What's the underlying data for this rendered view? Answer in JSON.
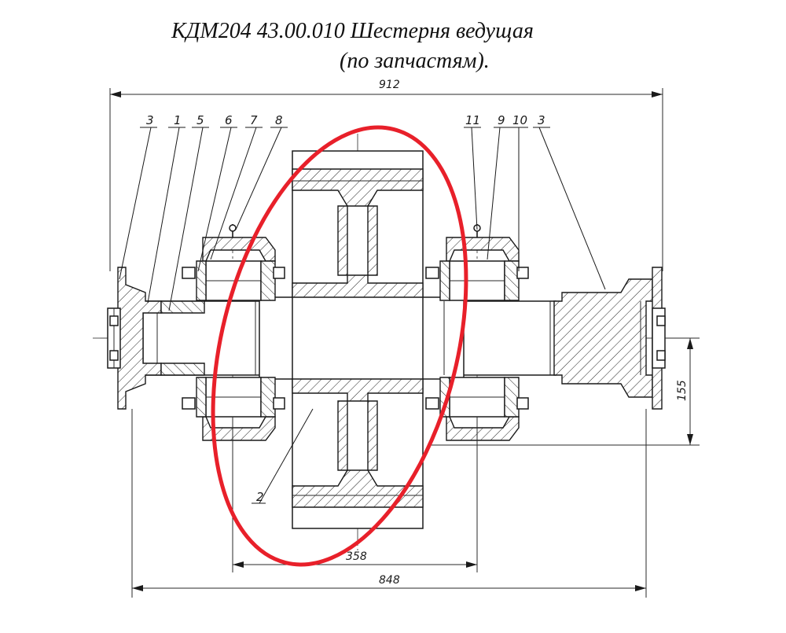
{
  "title": {
    "line1": "КДМ204 43.00.010 Шестерня ведущая",
    "line2": "(по запчастям)."
  },
  "part_labels": {
    "left": [
      "3",
      "1",
      "5",
      "6",
      "7",
      "8"
    ],
    "right": [
      "11",
      "9",
      "10",
      "3"
    ],
    "gear": "2"
  },
  "dimensions": {
    "overall_length": "912",
    "mount_length": "848",
    "bearing_spacing": "358",
    "height_offset": "155"
  },
  "highlight": {
    "color": "#e8202a",
    "shape": "ellipse",
    "target": "gear"
  }
}
